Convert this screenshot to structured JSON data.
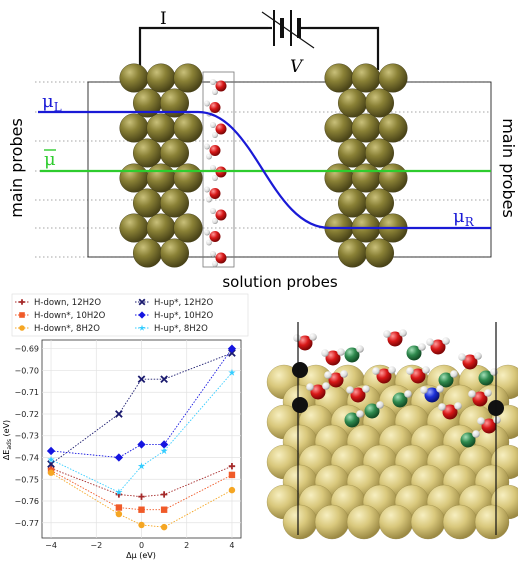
{
  "schematic": {
    "current_label": "I",
    "voltage_label": "V",
    "mu_left": "μ",
    "mu_left_sub": "L",
    "mu_right": "μ",
    "mu_right_sub": "R",
    "mu_bar": "μ",
    "left_side_label": "main probes",
    "right_side_label": "main probes",
    "solution_label": "solution probes",
    "colors": {
      "mu_blue": "#1a1ad6",
      "mu_green": "#2ecc2e",
      "electrode_gold": "#6b6325",
      "wire": "#111111"
    }
  },
  "chart_data": {
    "type": "line",
    "xlabel": "Δμ (eV)",
    "ylabel": "ΔE_ads (eV)",
    "xlim": [
      -4.4,
      4.4
    ],
    "ylim": [
      -0.777,
      -0.686
    ],
    "xticks": [
      "−4",
      "−2",
      "0",
      "2",
      "4"
    ],
    "yticks": [
      "−0.69",
      "−0.70",
      "−0.71",
      "−0.72",
      "−0.73",
      "−0.74",
      "−0.75",
      "−0.76",
      "−0.77"
    ],
    "grid": true,
    "legend_position": "top",
    "series": [
      {
        "name": "H-down, 12H2O",
        "color": "#a52a2a",
        "marker": "plus",
        "x": [
          -4,
          -1,
          0,
          1,
          4
        ],
        "y": [
          -0.745,
          -0.757,
          -0.758,
          -0.757,
          -0.744
        ]
      },
      {
        "name": "H-down*, 10H2O",
        "color": "#f05a28",
        "marker": "square",
        "x": [
          -4,
          -1,
          0,
          1,
          4
        ],
        "y": [
          -0.746,
          -0.763,
          -0.764,
          -0.764,
          -0.748
        ]
      },
      {
        "name": "H-down*, 8H2O",
        "color": "#f5a623",
        "marker": "circle",
        "x": [
          -4,
          -1,
          0,
          1,
          4
        ],
        "y": [
          -0.747,
          -0.766,
          -0.771,
          -0.772,
          -0.755
        ]
      },
      {
        "name": "H-up*, 12H2O",
        "color": "#1a1a6e",
        "marker": "x",
        "x": [
          -4,
          -1,
          0,
          1,
          4
        ],
        "y": [
          -0.743,
          -0.72,
          -0.704,
          -0.704,
          -0.692
        ]
      },
      {
        "name": "H-up*, 10H2O",
        "color": "#1515e0",
        "marker": "diamond",
        "x": [
          -4,
          -1,
          0,
          1,
          4
        ],
        "y": [
          -0.737,
          -0.74,
          -0.734,
          -0.734,
          -0.69
        ]
      },
      {
        "name": "H-up*, 8H2O",
        "color": "#33ccff",
        "marker": "star",
        "x": [
          -4,
          -1,
          0,
          1,
          4
        ],
        "y": [
          -0.741,
          -0.756,
          -0.744,
          -0.737,
          -0.701
        ]
      }
    ]
  }
}
